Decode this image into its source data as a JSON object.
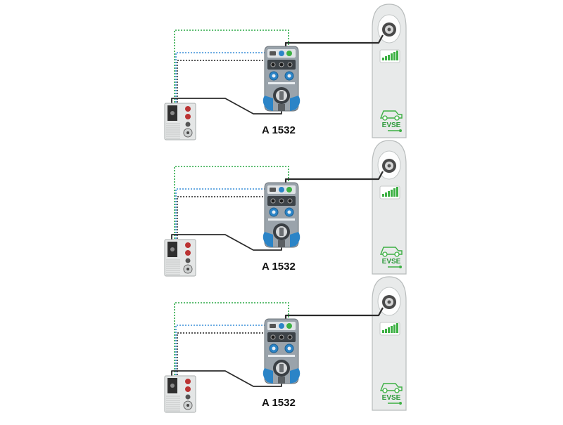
{
  "panels": [
    {
      "adapter_label": "A 1532",
      "station_label": "EVSE"
    },
    {
      "adapter_label": "A 1532",
      "station_label": "EVSE"
    },
    {
      "adapter_label": "A 1532",
      "station_label": "EVSE"
    }
  ],
  "colors": {
    "pe_wire": "#2aa845",
    "cp_wire": "#3a8fd8",
    "pp_wire": "#222222",
    "cable": "#2b2b2b",
    "station_body": "#e8eaea",
    "indicator_green": "#3cb043"
  }
}
